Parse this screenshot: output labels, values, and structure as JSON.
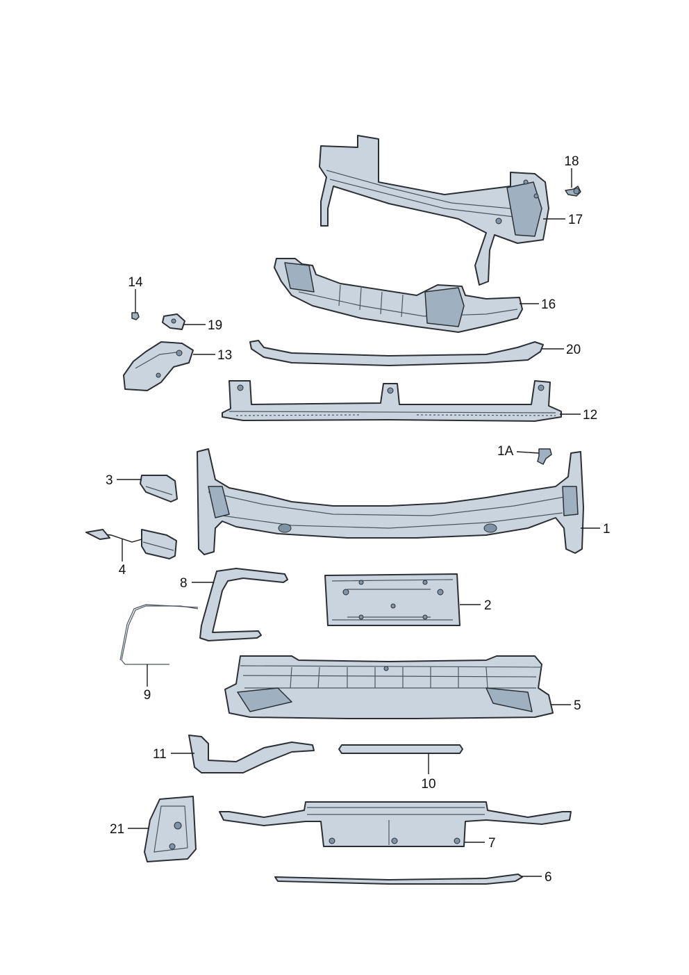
{
  "callouts": {
    "c1": "1",
    "c1A": "1A",
    "c2": "2",
    "c3": "3",
    "c4": "4",
    "c5": "5",
    "c6": "6",
    "c7": "7",
    "c8": "8",
    "c9": "9",
    "c10": "10",
    "c11": "11",
    "c12": "12",
    "c13": "13",
    "c14": "14",
    "c16": "16",
    "c17": "17",
    "c18": "18",
    "c19": "19",
    "c20": "20",
    "c21": "21"
  },
  "colors": {
    "part_fill": "#c9d4de",
    "part_shadow": "#9fb1c1",
    "outline": "#2b2f33"
  }
}
